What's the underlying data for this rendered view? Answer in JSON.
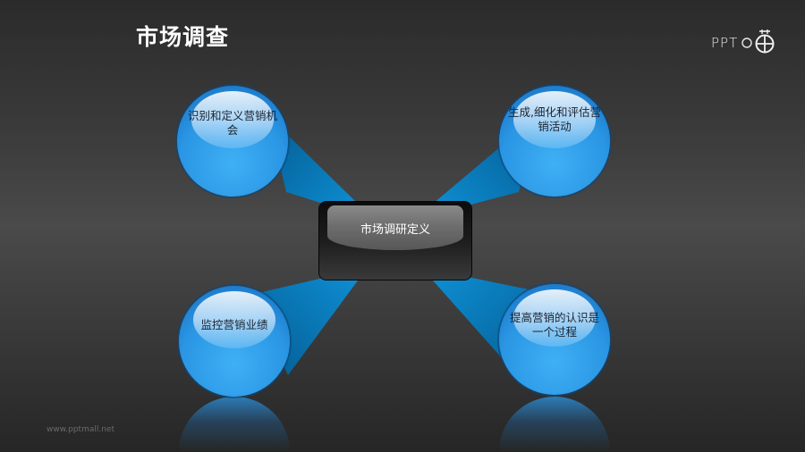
{
  "slide": {
    "title": "市场调查",
    "logo_text": "PPT",
    "footer": "www.pptmall.net"
  },
  "center": {
    "label": "市场调研定义"
  },
  "nodes": [
    {
      "position": "top-left",
      "label": "识别和定义营销机会"
    },
    {
      "position": "top-right",
      "label": "生成,细化和评估营销活动"
    },
    {
      "position": "bottom-left",
      "label": "监控营销业绩"
    },
    {
      "position": "bottom-right",
      "label": "提高营销的认识是一个过程"
    }
  ],
  "colors": {
    "ball": "#2a96e4",
    "beam": "#0a6fae",
    "background": "#3a3a3a",
    "center_box": "#1d1d1d"
  }
}
